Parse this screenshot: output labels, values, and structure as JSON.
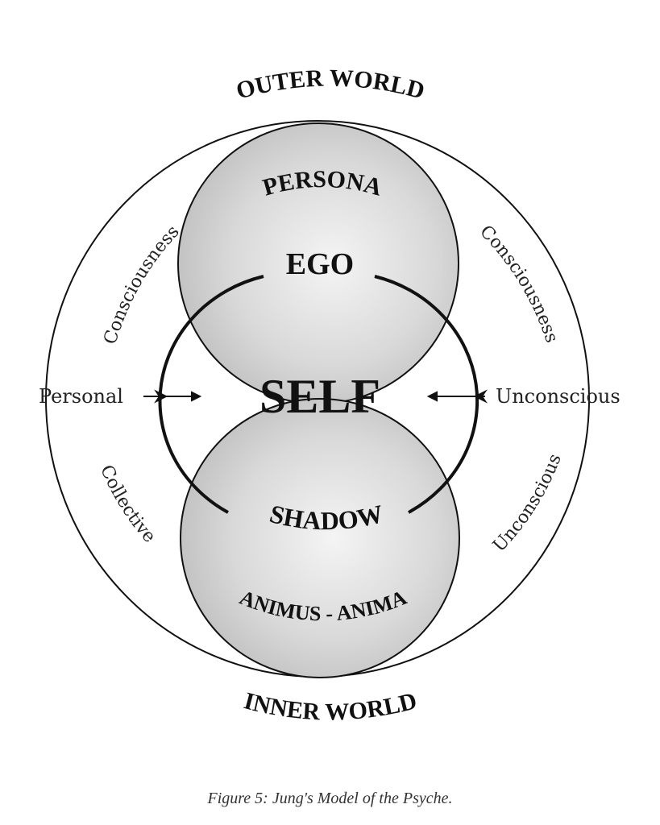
{
  "labels": {
    "outer_world": "OUTER WORLD",
    "inner_world": "INNER WORLD",
    "persona": "PERSONA",
    "ego": "EGO",
    "self": "SELF",
    "shadow": "SHADOW",
    "animus_anima": "ANIMUS - ANIMA",
    "left_upper": "Consciousness",
    "right_upper": "Consciousness",
    "left_lower": "Collective",
    "right_lower": "Unconscious",
    "personal": "Personal",
    "unconscious": "Unconscious"
  },
  "caption": "Figure 5: Jung's Model of the Psyche."
}
